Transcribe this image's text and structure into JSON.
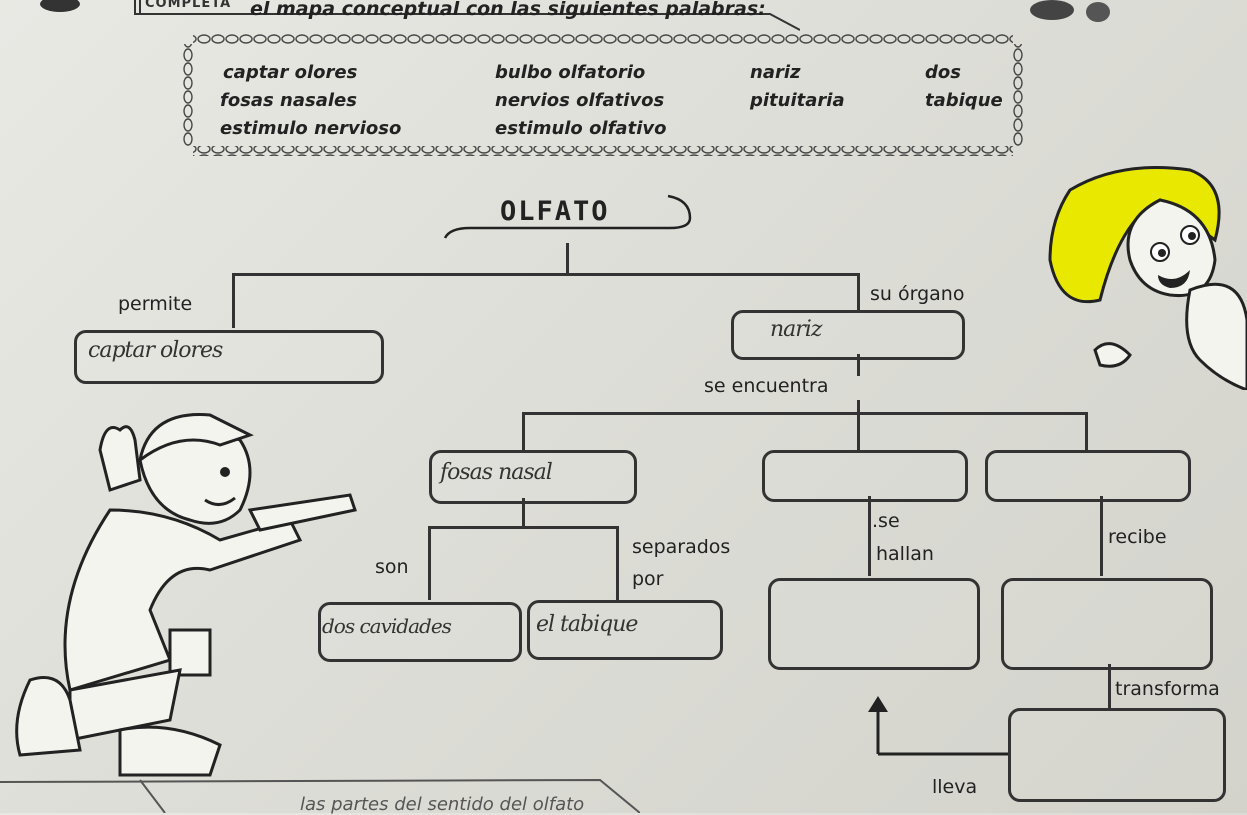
{
  "header": {
    "tag": "COMPLETA",
    "instruction": "el mapa conceptual con las siguientes palabras:"
  },
  "word_bank": [
    "captar olores",
    "bulbo olfatorio",
    "nariz",
    "dos",
    "fosas nasales",
    "nervios olfativos",
    "pituitaria",
    "tabique",
    "estimulo nervioso",
    "estimulo olfativo"
  ],
  "map": {
    "title": "OLFATO",
    "permite": "permite",
    "su_organo": "su órgano",
    "se_encuentra": "se encuentra",
    "son": "son",
    "separados": "separados",
    "por": "por",
    "se": ".se",
    "hallan": "hallan",
    "recibe": "recibe",
    "transforma": "transforma",
    "lleva": "lleva"
  },
  "answers": {
    "permite": "captar olores",
    "organo": "nariz",
    "fosas": "fosas nasal",
    "son": "dos cavidades",
    "por": "el tabique"
  },
  "footer": {
    "text": "las partes del sentido del olfato"
  }
}
